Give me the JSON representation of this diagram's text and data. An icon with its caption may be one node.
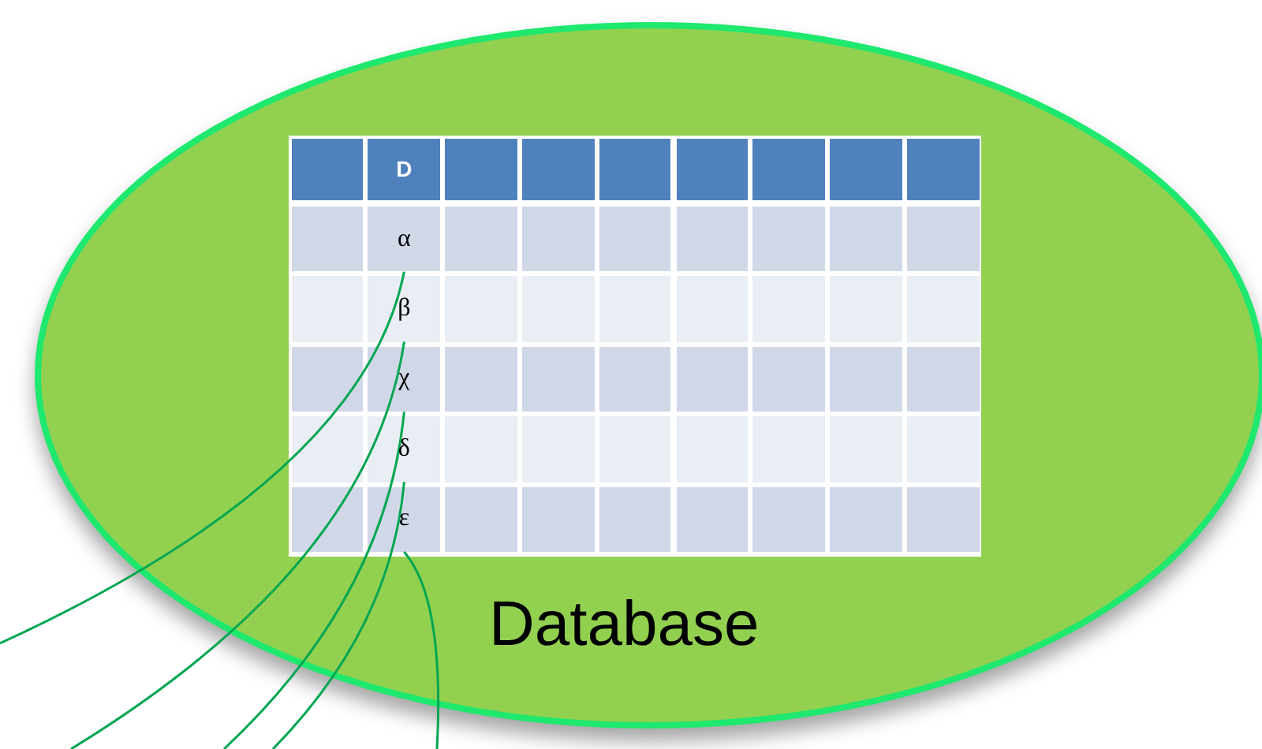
{
  "diagram": {
    "nodes": [
      {
        "text": [
          "Database"
        ]
      },
      {
        "text": [
          "α"
        ],
        "in": 0
      },
      {
        "text": [
          "β"
        ],
        "in": 0
      },
      {
        "text": [
          "χ"
        ],
        "in": 0
      },
      {
        "text": [
          "δ"
        ],
        "in": 0
      },
      {
        "text": [
          "ε"
        ],
        "in": 0
      }
    ],
    "edges": [
      {
        "from": 1,
        "to": null,
        "arrow": "none"
      },
      {
        "from": 2,
        "to": null,
        "arrow": "none"
      },
      {
        "from": 3,
        "to": null,
        "arrow": "none"
      },
      {
        "from": 4,
        "to": null,
        "arrow": "none"
      },
      {
        "from": 5,
        "to": null,
        "arrow": "none"
      }
    ],
    "labels": [
      "D"
    ]
  }
}
